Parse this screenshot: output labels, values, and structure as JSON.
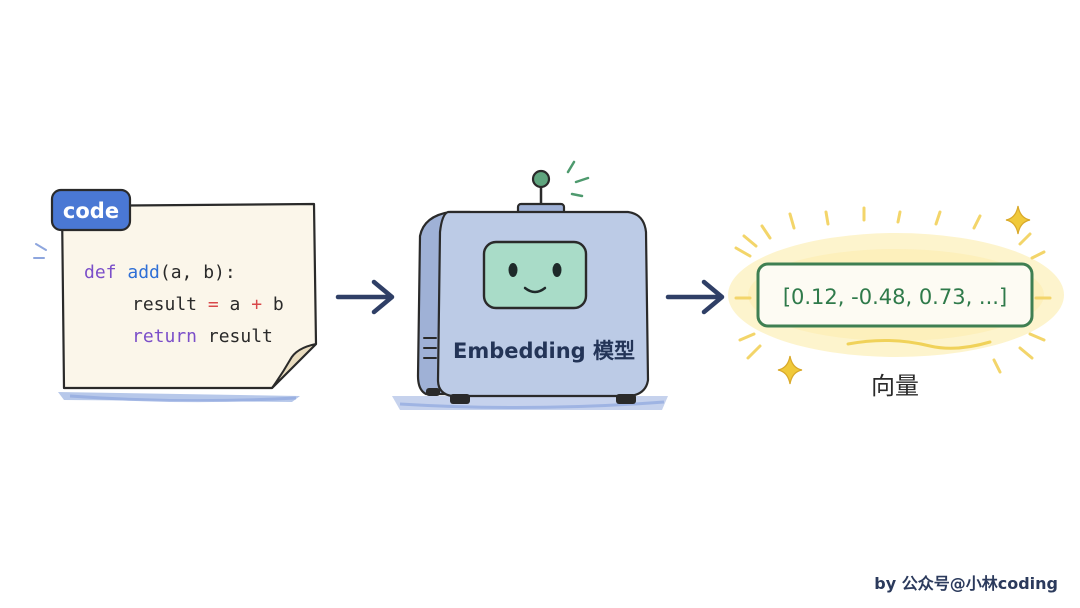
{
  "code_card": {
    "tag": "code",
    "lines": [
      [
        {
          "text": "def ",
          "color": "#7b4fc9"
        },
        {
          "text": "add",
          "color": "#2f6fd6"
        },
        {
          "text": "(a, b):",
          "color": "#2a2a2a"
        }
      ],
      [
        {
          "text": "result ",
          "color": "#2a2a2a"
        },
        {
          "text": "=",
          "color": "#d8484a"
        },
        {
          "text": " a ",
          "color": "#2a2a2a"
        },
        {
          "text": "+",
          "color": "#d8484a"
        },
        {
          "text": " b",
          "color": "#2a2a2a"
        }
      ],
      [
        {
          "text": "return ",
          "color": "#7b4fc9"
        },
        {
          "text": "result",
          "color": "#2a2a2a"
        }
      ]
    ]
  },
  "model": {
    "label": "Embedding 模型"
  },
  "vector": {
    "value": "[0.12, -0.48, 0.73, ...]",
    "caption": "向量"
  },
  "credit": "by 公众号@小林coding",
  "colors": {
    "paper": "#fbf6ea",
    "tag": "#4a78d4",
    "robot_body": "#bccbe6",
    "robot_screen": "#a9dcc8",
    "arrow": "#2f3f66",
    "vector_border": "#3f7f52",
    "vector_text": "#2f7a4a",
    "glow": "#fdf3c8",
    "sparkle": "#f0c93a"
  }
}
